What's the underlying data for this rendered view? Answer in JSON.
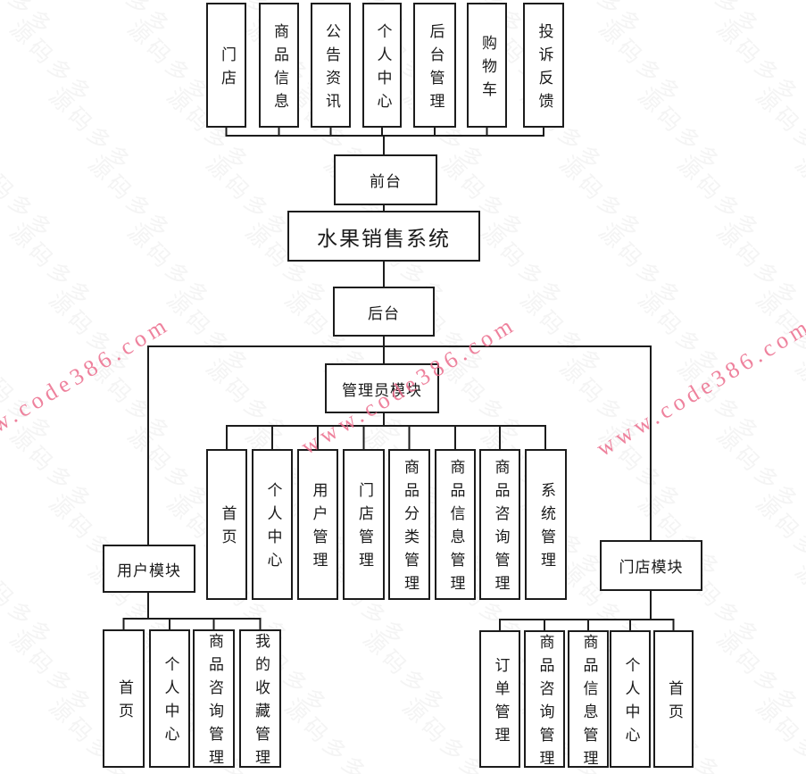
{
  "diagram": {
    "title": "水果销售系统",
    "nodes": [
      {
        "id": "front-store",
        "label": "门店"
      },
      {
        "id": "front-product-info",
        "label": "商品信息"
      },
      {
        "id": "front-announcement",
        "label": "公告资讯"
      },
      {
        "id": "front-personal-center",
        "label": "个人中心"
      },
      {
        "id": "front-admin-mgmt",
        "label": "后台管理"
      },
      {
        "id": "front-cart",
        "label": "购物车"
      },
      {
        "id": "front-complaint",
        "label": "投诉反馈"
      },
      {
        "id": "front-end",
        "label": "前台"
      },
      {
        "id": "system",
        "label": "水果销售系统"
      },
      {
        "id": "back-end",
        "label": "后台"
      },
      {
        "id": "admin-module",
        "label": "管理员模块"
      },
      {
        "id": "user-module",
        "label": "用户模块"
      },
      {
        "id": "store-module",
        "label": "门店模块"
      },
      {
        "id": "admin-home",
        "label": "首页"
      },
      {
        "id": "admin-personal-center",
        "label": "个人中心"
      },
      {
        "id": "admin-user-mgmt",
        "label": "用户管理"
      },
      {
        "id": "admin-store-mgmt",
        "label": "门店管理"
      },
      {
        "id": "admin-product-category-mgmt",
        "label": "商品分类管理"
      },
      {
        "id": "admin-product-info-mgmt",
        "label": "商品信息管理"
      },
      {
        "id": "admin-product-consult-mgmt",
        "label": "商品咨询管理"
      },
      {
        "id": "admin-system-mgmt",
        "label": "系统管理"
      },
      {
        "id": "user-home",
        "label": "首页"
      },
      {
        "id": "user-personal-center",
        "label": "个人中心"
      },
      {
        "id": "user-product-consult-mgmt",
        "label": "商品咨询管理"
      },
      {
        "id": "user-favorites-mgmt",
        "label": "我的收藏管理"
      },
      {
        "id": "store-order-mgmt",
        "label": "订单管理"
      },
      {
        "id": "store-product-consult-mgmt",
        "label": "商品咨询管理"
      },
      {
        "id": "store-product-info-mgmt",
        "label": "商品信息管理"
      },
      {
        "id": "store-personal-center",
        "label": "个人中心"
      },
      {
        "id": "store-home",
        "label": "首页"
      }
    ]
  },
  "watermarks": {
    "red_text": "www.code386.com",
    "red_color": "#ec6d8d",
    "gray_text": "源码多多"
  },
  "colors": {
    "background": "#ffffff",
    "line": "#1c1c1c",
    "box_border": "#1c1c1c",
    "text": "#1a1a1a"
  }
}
